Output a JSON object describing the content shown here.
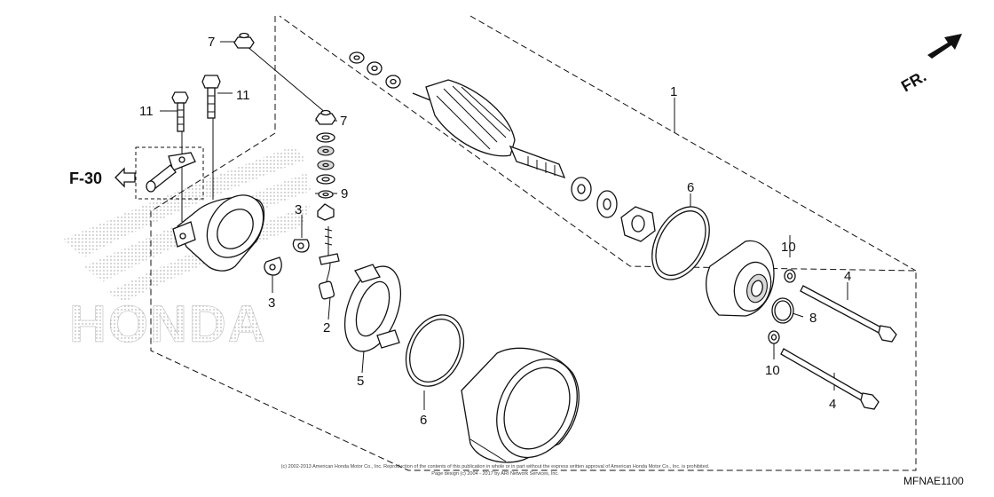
{
  "watermark": {
    "brand_text": "HONDA"
  },
  "references": {
    "f30": "F-30",
    "front": "FR."
  },
  "callouts": {
    "c1": "1",
    "c2": "2",
    "c3a": "3",
    "c3b": "3",
    "c4a": "4",
    "c4b": "4",
    "c5": "5",
    "c6a": "6",
    "c6b": "6",
    "c7a": "7",
    "c7b": "7",
    "c8": "8",
    "c9": "9",
    "c10a": "10",
    "c10b": "10",
    "c11a": "11",
    "c11b": "11"
  },
  "footer": {
    "copyright_line1": "(c) 2002-2013 American Honda Motor Co., Inc. Reproduction of the contents of this publication in whole or in part without the express written approval of American Honda Motor Co., Inc. is prohibited.",
    "copyright_line2": "Page design (c) 2004 - 2017 by ARI Network Services, Inc.",
    "diagram_code": "MFNAE1100"
  }
}
